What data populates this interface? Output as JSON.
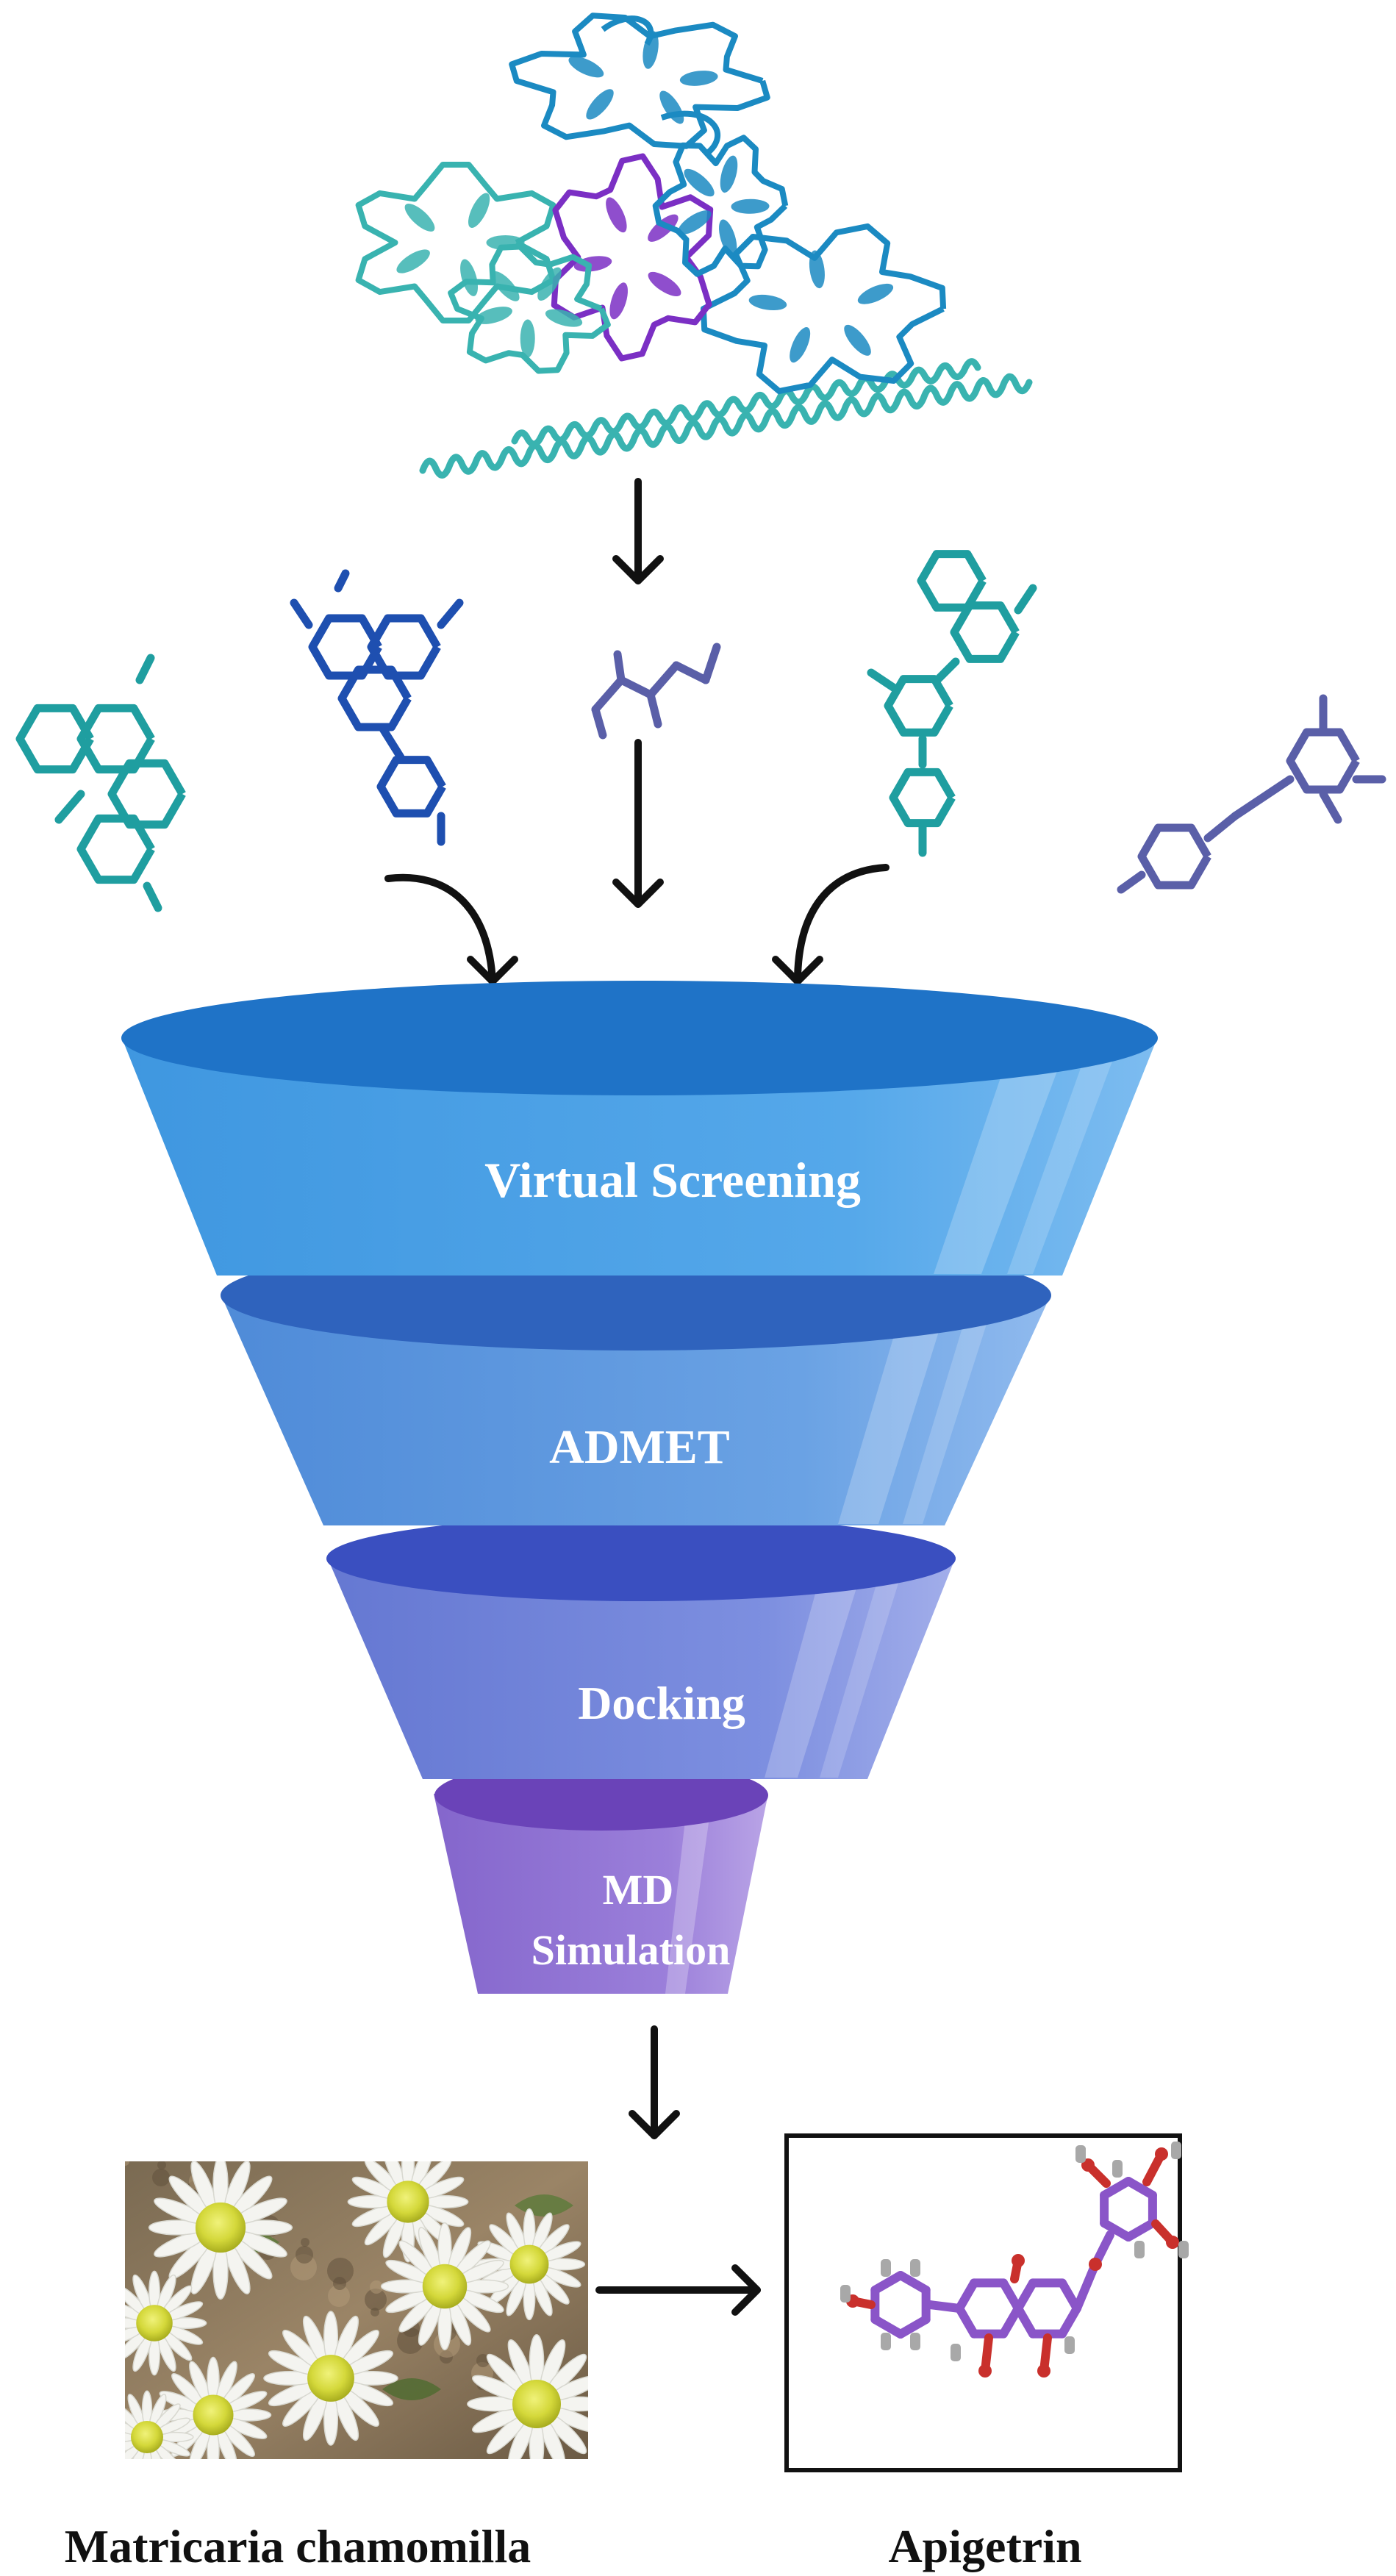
{
  "funnel": {
    "stages": [
      {
        "label": "Virtual Screening",
        "color": "#4a9fe6",
        "top_color": "#1f73c7"
      },
      {
        "label": "ADMET",
        "color": "#5b96dd",
        "top_color": "#2f63bd"
      },
      {
        "label": "Docking",
        "color": "#6f86d8",
        "top_color": "#3a4fc0"
      },
      {
        "label": "MD",
        "label2": "Simulation",
        "color": "#8c72cf",
        "top_color": "#6a43b8"
      }
    ]
  },
  "output": {
    "plant_label": "Matricaria chamomilla",
    "compound_label": "Apigetrin"
  },
  "colors": {
    "arrow": "#111111",
    "protein_blue": "#1b8ac2",
    "protein_teal": "#39b3b0",
    "protein_purple": "#7b2fc4",
    "ligand_teal": "#1f9ea0",
    "ligand_blue": "#1e4fb0",
    "ligand_slate": "#5a5fa8",
    "apigetrin_purple": "#8a55c8",
    "apigetrin_oxygen": "#c9302c",
    "apigetrin_hydrogen": "#a8a8a8"
  },
  "icons": [
    "protein-structure-icon",
    "ligand-molecule-icon",
    "chamomile-photo",
    "apigetrin-molecule-icon",
    "down-arrow-icon",
    "curved-arrow-icon",
    "right-arrow-icon"
  ]
}
